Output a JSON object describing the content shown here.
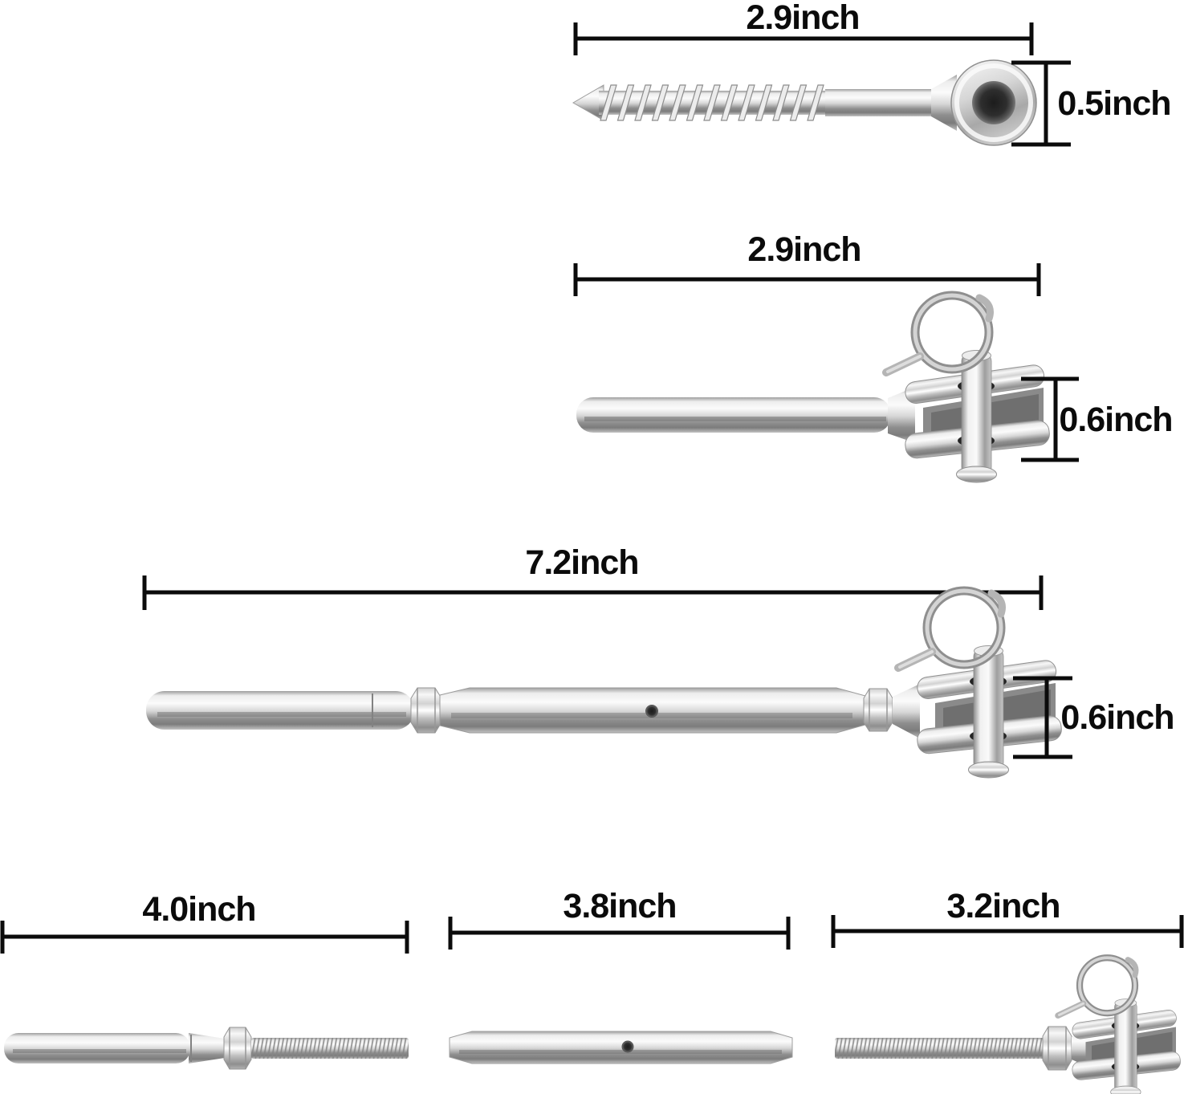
{
  "figure": {
    "description": "Stainless steel cable railing turnbuckle hardware dimension diagram",
    "sections": [
      {
        "part": "lag-screw-eye-terminal",
        "length": "2.9inch",
        "height": "0.5inch"
      },
      {
        "part": "swage-jaw-terminal",
        "length": "2.9inch",
        "height": "0.6inch"
      },
      {
        "part": "turnbuckle-assembly",
        "length": "7.2inch",
        "height": "0.6inch"
      },
      {
        "part": "swage-stud-terminal",
        "length": "4.0inch"
      },
      {
        "part": "turnbuckle-body",
        "length": "3.8inch"
      },
      {
        "part": "threaded-jaw-bolt",
        "length": "3.2inch"
      }
    ],
    "colors": {
      "background": "#ffffff",
      "dimension_line": "#0b0b0b",
      "label_text": "#0b0b0b",
      "metal_light": "#fbfbfb",
      "metal_mid": "#c9c9c9",
      "metal_dark": "#6e6e6e"
    }
  }
}
